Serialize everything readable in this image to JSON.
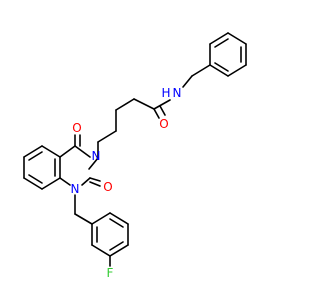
{
  "molecule": {
    "atoms": {
      "nh": {
        "symbol": "N",
        "h": "H",
        "color": "#0000ff"
      },
      "o_amide": {
        "symbol": "O",
        "color": "#ff0000"
      },
      "o_c4": {
        "symbol": "O",
        "color": "#ff0000"
      },
      "o_c2": {
        "symbol": "O",
        "color": "#ff0000"
      },
      "n3": {
        "symbol": "N",
        "color": "#0000ff"
      },
      "n1": {
        "symbol": "N",
        "color": "#0000ff"
      },
      "f": {
        "symbol": "F",
        "color": "#33cc33"
      }
    },
    "bond_color": "#000000"
  }
}
